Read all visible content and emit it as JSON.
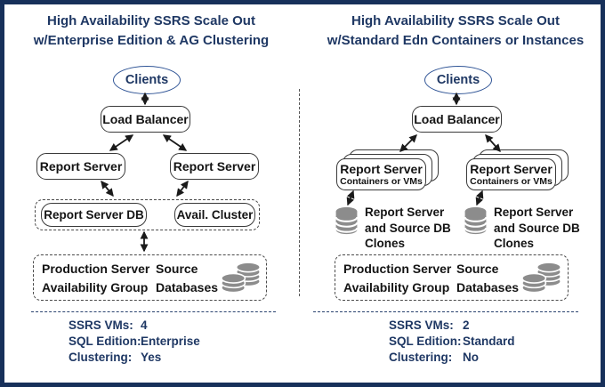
{
  "colors": {
    "navy_text": "#1f3864",
    "frame_border": "#17305a",
    "box_border": "#3a3a3a",
    "ellipse_border": "#2e5395",
    "database_gray": "#8c8c8c",
    "separator_navy": "#2b4470"
  },
  "icons": {
    "database_clone": "database-cylinder-icon",
    "source_databases": "database-stack-icon"
  },
  "left": {
    "title1": "High Availability SSRS Scale Out",
    "title2": "w/Enterprise Edition & AG Clustering",
    "clients": "Clients",
    "load_balancer": "Load Balancer",
    "report_server_1": "Report Server",
    "report_server_2": "Report Server",
    "report_server_db": "Report Server DB",
    "avail_cluster": "Avail. Cluster",
    "production_1": "Production Server",
    "production_2": "Availability Group",
    "source_1": "Source",
    "source_2": "Databases",
    "stats": [
      {
        "label": "SSRS VMs:",
        "value": "4"
      },
      {
        "label": "SQL Edition:",
        "value": "Enterprise"
      },
      {
        "label": "Clustering:",
        "value": "Yes"
      }
    ]
  },
  "right": {
    "title1": "High Availability SSRS Scale Out",
    "title2": "w/Standard Edn Containers or Instances",
    "clients": "Clients",
    "load_balancer": "Load Balancer",
    "report_server": "Report Server",
    "containers_sub": "Containers or VMs",
    "clone_1": "Report Server",
    "clone_2": "and Source DB",
    "clone_3": "Clones",
    "production_1": "Production Server",
    "production_2": "Availability Group",
    "source_1": "Source",
    "source_2": "Databases",
    "stats": [
      {
        "label": "SSRS VMs:",
        "value": "2"
      },
      {
        "label": "SQL Edition:",
        "value": "Standard"
      },
      {
        "label": "Clustering:",
        "value": "No"
      }
    ]
  }
}
